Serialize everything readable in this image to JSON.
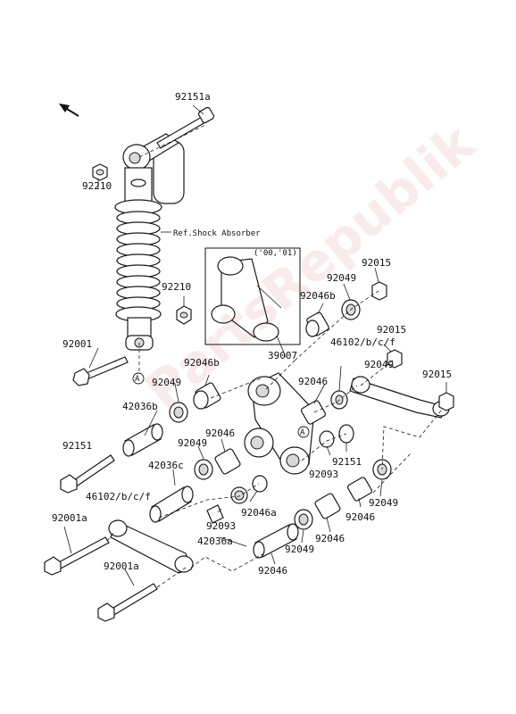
{
  "labels": {
    "p92151a": "92151a",
    "p92210_top": "92210",
    "ref_shock": "Ref.Shock Absorber",
    "years": "('00,'01)",
    "p92015_1": "92015",
    "p92049_1": "92049",
    "p92210_mid": "92210",
    "p92046b_1": "92046b",
    "p92015_2": "92015",
    "p92001": "92001",
    "p46102_top": "46102/b/c/f",
    "p39007": "39007",
    "p92046b_2": "92046b",
    "p92049_2": "92049",
    "p92015_3": "92015",
    "p92049_3": "92049",
    "p92046_1": "92046",
    "p42036b": "42036b",
    "marker_a_1": "A",
    "marker_a_2": "A",
    "p92049_4": "92049",
    "p92046_2": "92046",
    "p92151": "92151",
    "p42036c": "42036c",
    "p92151_b": "92151",
    "p92093_1": "92093",
    "p46102_bot": "46102/b/c/f",
    "p92046a": "92046a",
    "p92093_2": "92093",
    "p92049_5": "92049",
    "p92001a_1": "92001a",
    "p42036a": "42036a",
    "p92046_3": "92046",
    "p92046_4": "92046",
    "p92049_6": "92049",
    "p92001a_2": "92001a",
    "p92046_5": "92046"
  },
  "watermark": "PartsRepublik",
  "icons": {
    "direction_arrow": "front-arrow-icon"
  }
}
